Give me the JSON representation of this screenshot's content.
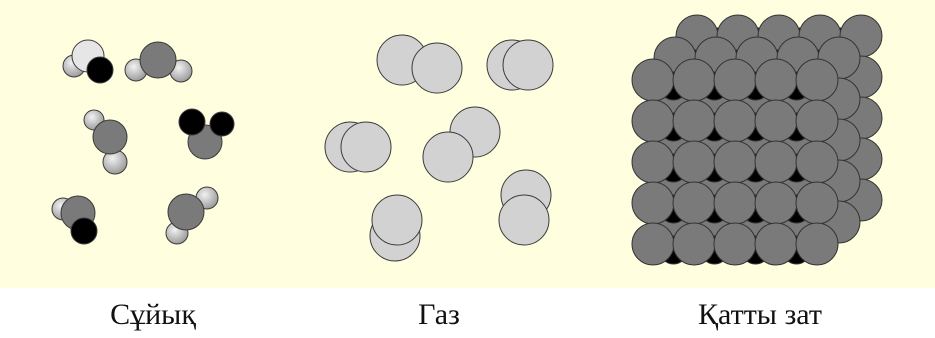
{
  "labels": {
    "liquid": "Сұйық",
    "gas": "Газ",
    "solid": "Қатты зат"
  },
  "colors": {
    "background": "#ffffe0",
    "atom_dark_gray": "#7a7a7a",
    "atom_light_gray": "#d2d2d2",
    "atom_white": "#ececec",
    "atom_black": "#000000",
    "outline": "#333333"
  }
}
